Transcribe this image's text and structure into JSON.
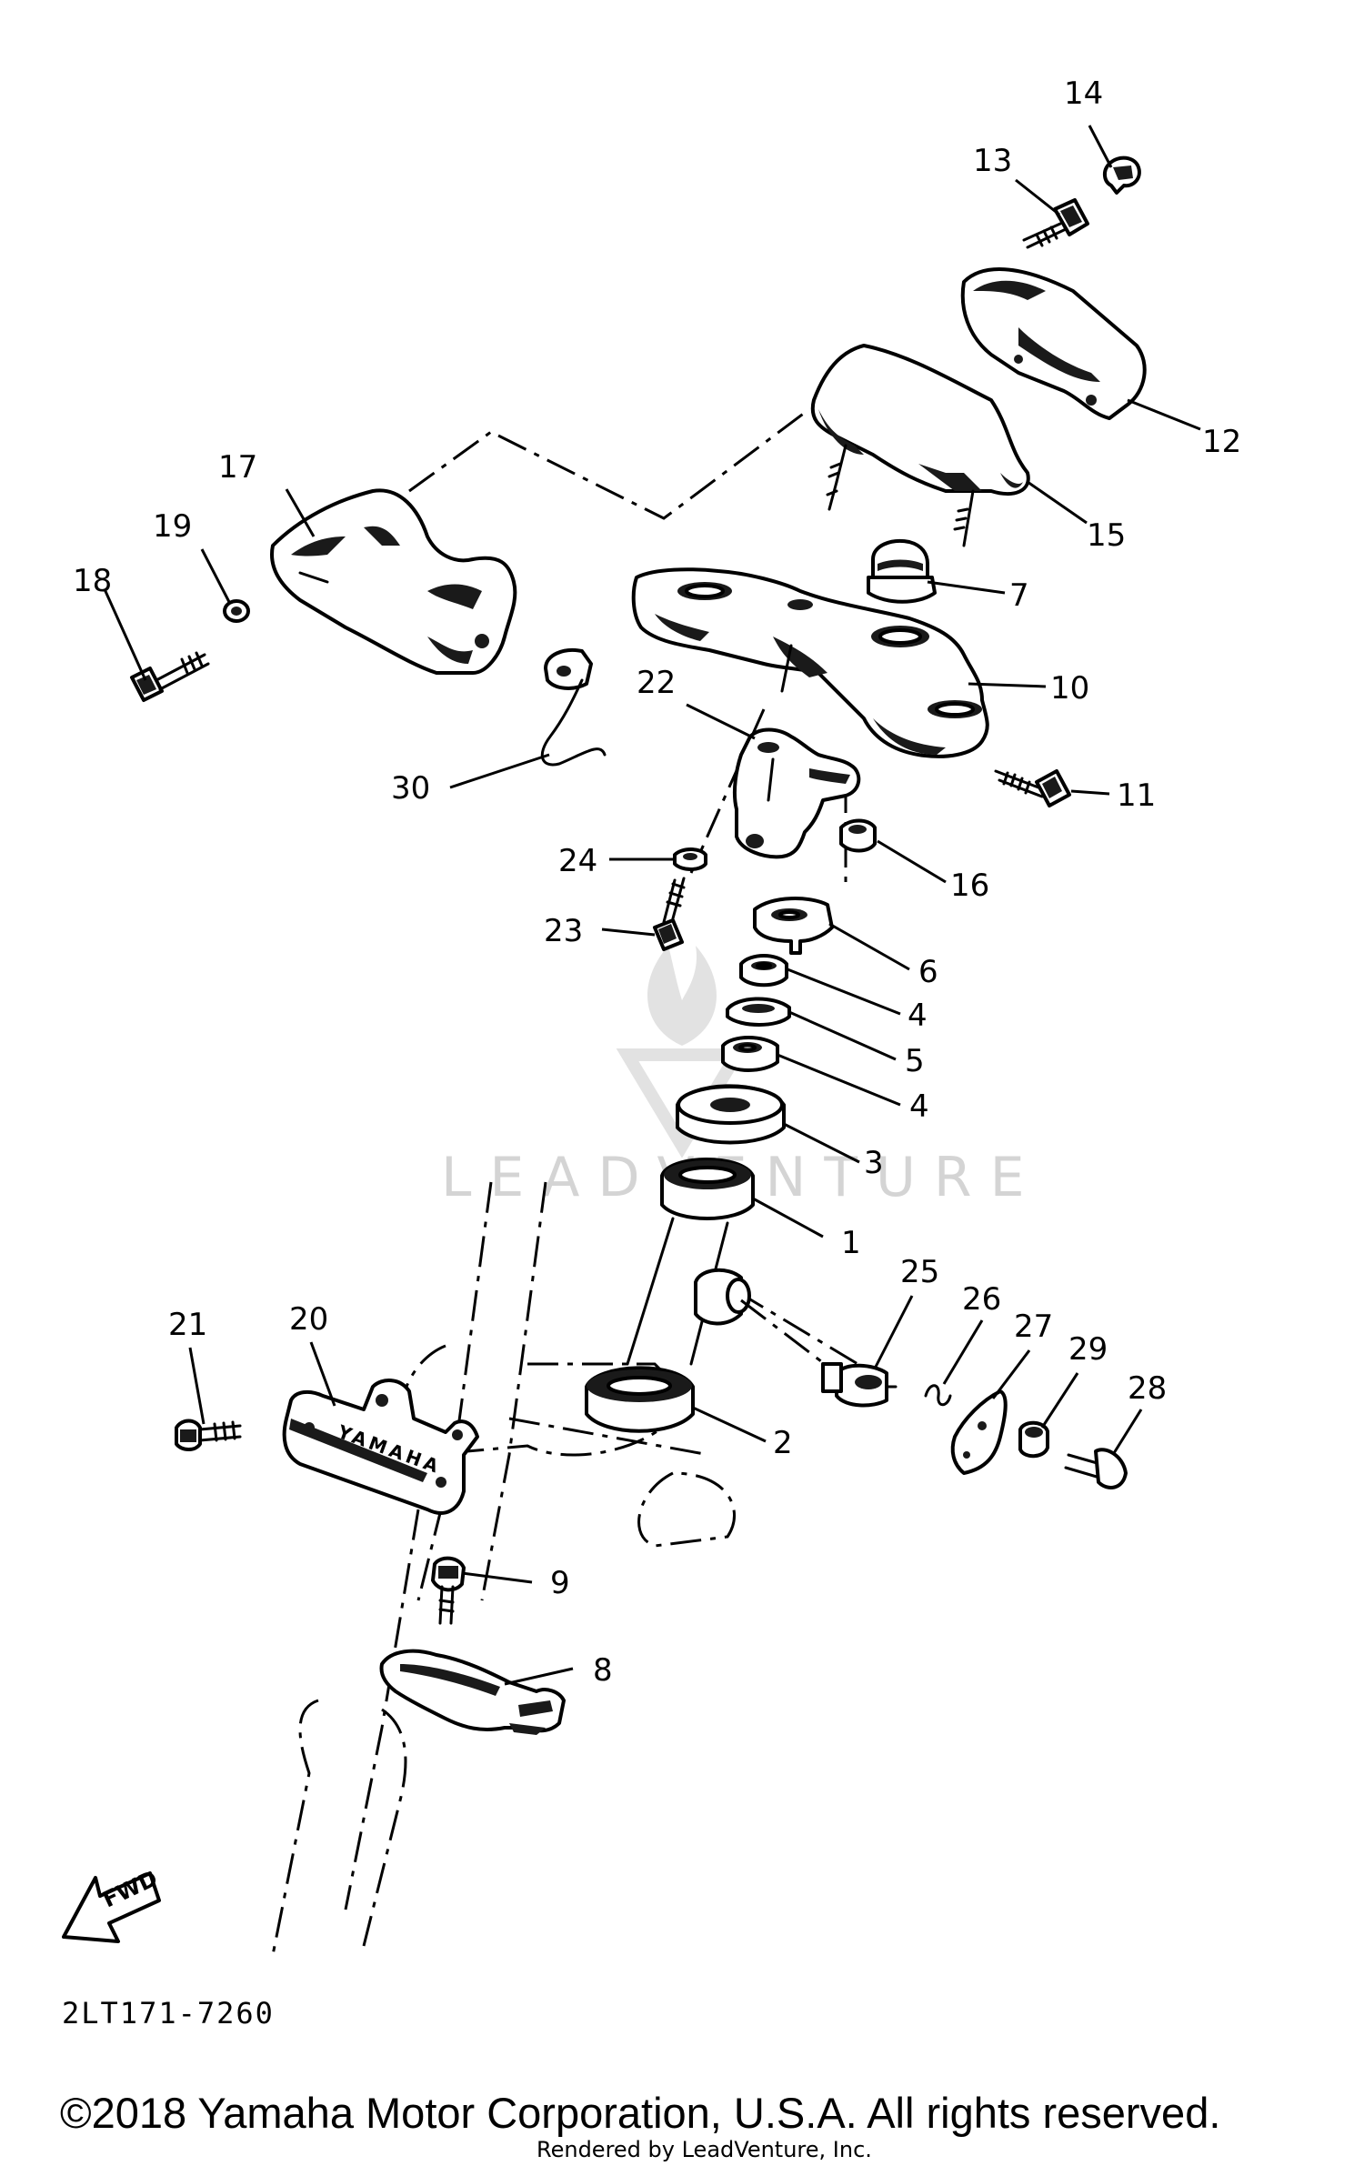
{
  "diagram": {
    "callouts": {
      "c1": "1",
      "c2": "2",
      "c3": "3",
      "c4a": "4",
      "c4b": "4",
      "c5": "5",
      "c6": "6",
      "c7": "7",
      "c8": "8",
      "c9": "9",
      "c10": "10",
      "c11": "11",
      "c12": "12",
      "c13": "13",
      "c14": "14",
      "c15": "15",
      "c16": "16",
      "c17": "17",
      "c18": "18",
      "c19": "19",
      "c20": "20",
      "c21": "21",
      "c22": "22",
      "c23": "23",
      "c24": "24",
      "c25": "25",
      "c26": "26",
      "c27": "27",
      "c28": "28",
      "c29": "29",
      "c30": "30"
    },
    "fwd_label": "FWD",
    "emblem_text": "YAMAHA",
    "diagram_code": "2LT171-7260",
    "watermark": "LEADVENTURE"
  },
  "footer": {
    "copyright": "©2018 Yamaha Motor Corporation, U.S.A. All rights reserved.",
    "rendered_by": "Rendered by LeadVenture, Inc."
  }
}
